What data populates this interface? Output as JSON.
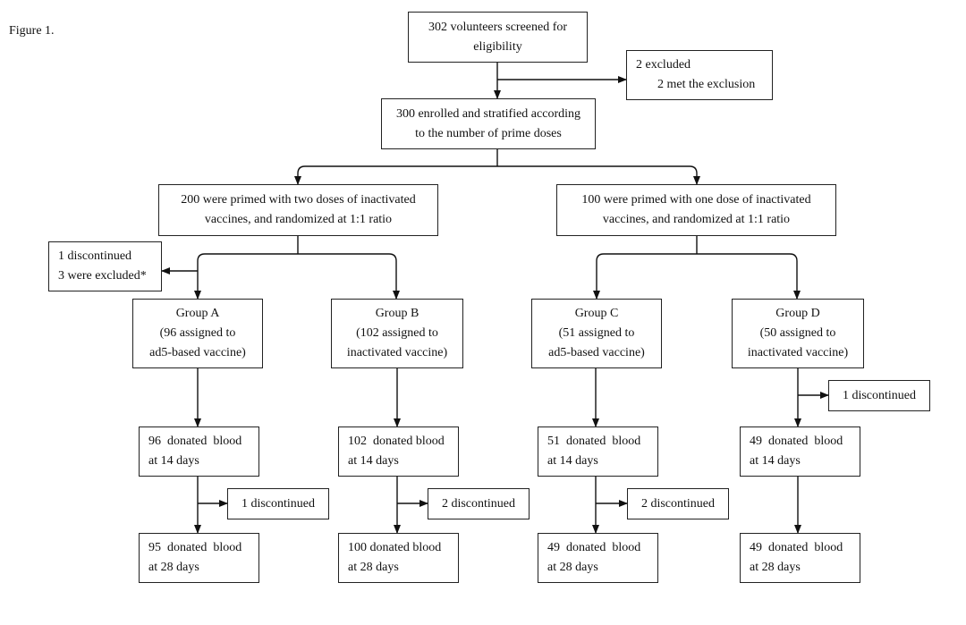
{
  "figure_label": "Figure 1.",
  "boxes": {
    "screened": [
      "302 volunteers screened for",
      "eligibility"
    ],
    "excluded": [
      "2 excluded",
      "2 met the exclusion"
    ],
    "enrolled": [
      "300 enrolled and stratified according",
      "to the number of prime doses"
    ],
    "two_doses": [
      "200 were primed with two doses of inactivated",
      "vaccines, and randomized at 1:1 ratio"
    ],
    "one_dose": [
      "100 were primed with one dose of inactivated",
      "vaccines, and randomized at 1:1 ratio"
    ],
    "discontinued_excluded": [
      "1 discontinued",
      "3 were excluded*"
    ],
    "group_a": [
      "Group A",
      "(96 assigned to",
      "ad5-based vaccine)"
    ],
    "group_b": [
      "Group B",
      "(102 assigned to",
      "inactivated vaccine)"
    ],
    "group_c": [
      "Group C",
      "(51 assigned to",
      "ad5-based vaccine)"
    ],
    "group_d": [
      "Group D",
      "(50 assigned to",
      "inactivated vaccine)"
    ],
    "a_14": [
      "96  donated  blood",
      "at 14 days"
    ],
    "b_14": [
      "102  donated blood",
      "at 14 days"
    ],
    "c_14": [
      "51  donated  blood",
      "at 14 days"
    ],
    "d_14": [
      "49  donated  blood",
      "at 14 days"
    ],
    "a_28": [
      "95  donated  blood",
      "at 28 days"
    ],
    "b_28": [
      "100 donated blood",
      "at 28 days"
    ],
    "c_28": [
      "49  donated  blood",
      "at 28 days"
    ],
    "d_28": [
      "49  donated  blood",
      "at 28 days"
    ],
    "disc_a": "1 discontinued",
    "disc_b": "2 discontinued",
    "disc_c": "2 discontinued",
    "disc_d": "1 discontinued"
  }
}
